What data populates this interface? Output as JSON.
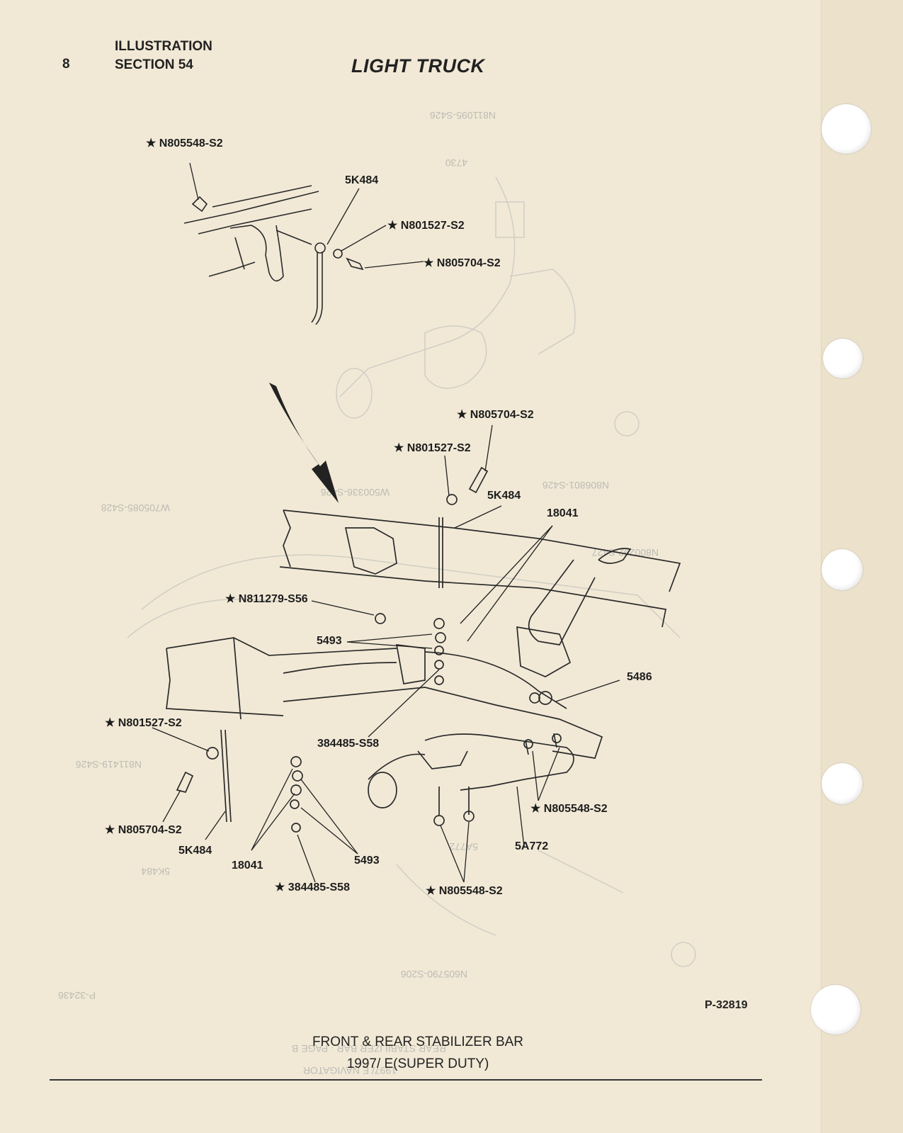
{
  "header": {
    "page_number": "8",
    "line1": "ILLUSTRATION",
    "line2": "SECTION 54",
    "title": "LIGHT TRUCK"
  },
  "labels": {
    "top_n805548": "★ N805548-S2",
    "top_5k484": "5K484",
    "top_n801527": "★ N801527-S2",
    "top_n805704": "★ N805704-S2",
    "mid_n805704": "★ N805704-S2",
    "mid_n801527": "★ N801527-S2",
    "mid_5k484": "5K484",
    "mid_18041": "18041",
    "mid_n811279": "★ N811279-S56",
    "mid_5493": "5493",
    "mid_5486": "5486",
    "left_n801527": "★ N801527-S2",
    "mid_384485": "384485-S58",
    "right_n805548": "★ N805548-S2",
    "left_n805704": "★ N805704-S2",
    "low_5k484": "5K484",
    "low_18041": "18041",
    "low_5493": "5493",
    "low_5a772": "5A772",
    "low_384485": "★ 384485-S58",
    "low_n805548": "★ N805548-S2"
  },
  "figure_ref": "P-32819",
  "caption": {
    "line1": "FRONT & REAR STABILIZER BAR",
    "line2": "1997/ E(SUPER DUTY)"
  }
}
